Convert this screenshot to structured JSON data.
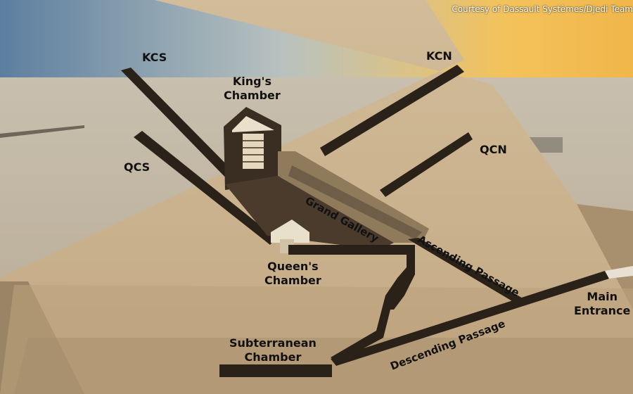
{
  "credit": "Courtesy of Dassault Systèmes/Djedi Team",
  "labels": {
    "kcs": "KCS",
    "kcn": "KCN",
    "qcs": "QCS",
    "qcn": "QCN",
    "kings_chamber": [
      "King's",
      "Chamber"
    ],
    "queens_chamber": [
      "Queen's",
      "Chamber"
    ],
    "grand_gallery": "Grand Gallery",
    "ascending_passage": "Ascending Passage",
    "descending_passage": "Descending Passage",
    "subterranean_chamber": [
      "Subterranean",
      "Chamber"
    ],
    "main_entrance": [
      "Main",
      "Entrance"
    ]
  },
  "colors": {
    "sky_top": "#5c7fa0",
    "sky_glow": "#f4c25a",
    "pyramid_face": "#c7b08e",
    "pyramid_shadow": "#8f7a5c",
    "passage": "#2a2119"
  }
}
